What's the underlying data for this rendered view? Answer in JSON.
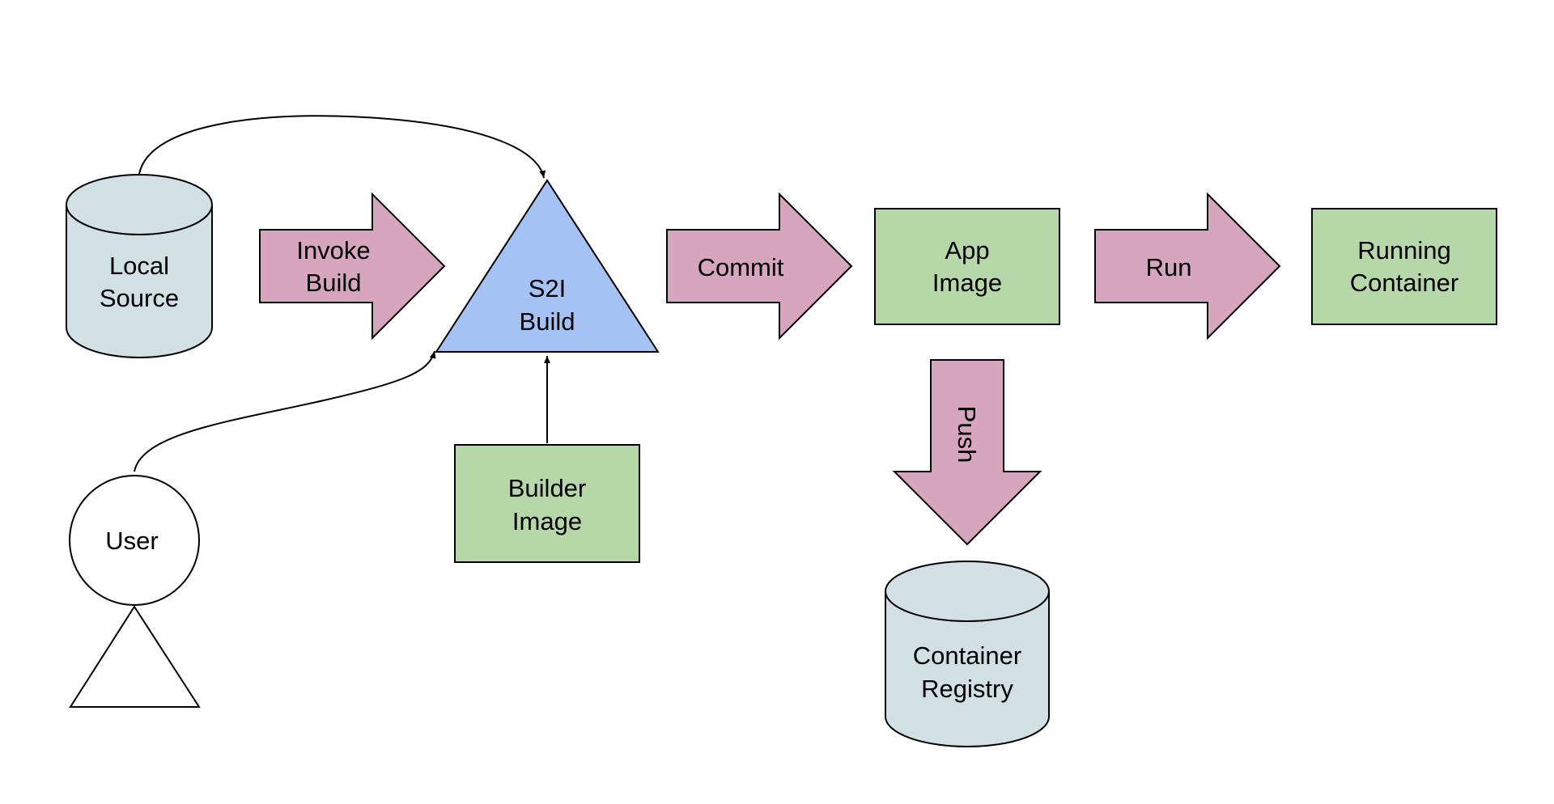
{
  "diagram": {
    "nodes": {
      "local_source": {
        "line1": "Local",
        "line2": "Source"
      },
      "s2i_build": {
        "line1": "S2I",
        "line2": "Build"
      },
      "builder_image": {
        "line1": "Builder",
        "line2": "Image"
      },
      "app_image": {
        "line1": "App",
        "line2": "Image"
      },
      "running_container": {
        "line1": "Running",
        "line2": "Container"
      },
      "container_registry": {
        "line1": "Container",
        "line2": "Registry"
      },
      "user": {
        "label": "User"
      }
    },
    "arrows": {
      "invoke_build": {
        "line1": "Invoke",
        "line2": "Build"
      },
      "commit": {
        "label": "Commit"
      },
      "run": {
        "label": "Run"
      },
      "push": {
        "label": "Push"
      }
    },
    "colors": {
      "storage_fill": "#d0e0e3",
      "build_fill": "#a4c2f4",
      "image_fill": "#b6d7a8",
      "arrow_fill": "#d5a6bd",
      "outline": "#000000"
    }
  }
}
